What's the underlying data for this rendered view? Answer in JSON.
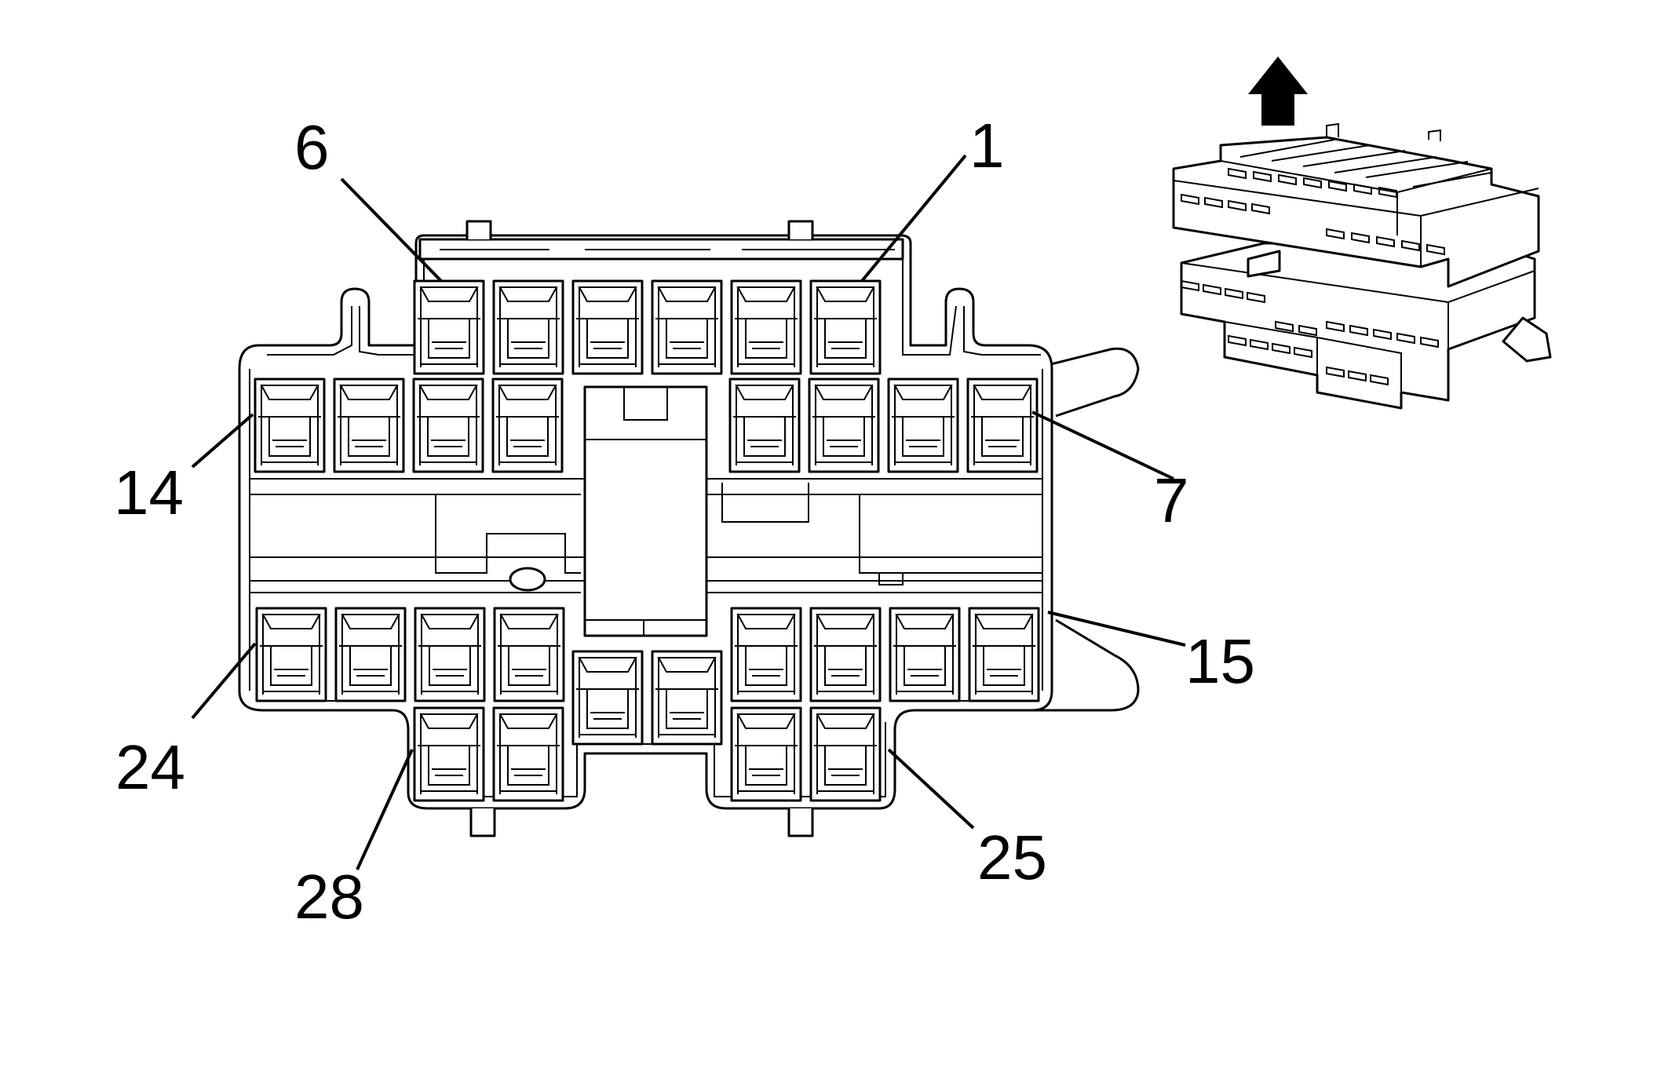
{
  "diagram": {
    "colors": {
      "stroke": "#000000",
      "fill": "#ffffff"
    },
    "pin_labels": [
      {
        "id": "pin-1",
        "text": "1"
      },
      {
        "id": "pin-6",
        "text": "6"
      },
      {
        "id": "pin-7",
        "text": "7"
      },
      {
        "id": "pin-14",
        "text": "14"
      },
      {
        "id": "pin-15",
        "text": "15"
      },
      {
        "id": "pin-24",
        "text": "24"
      },
      {
        "id": "pin-25",
        "text": "25"
      },
      {
        "id": "pin-28",
        "text": "28"
      }
    ],
    "orientation_icon": "up-arrow-icon"
  }
}
